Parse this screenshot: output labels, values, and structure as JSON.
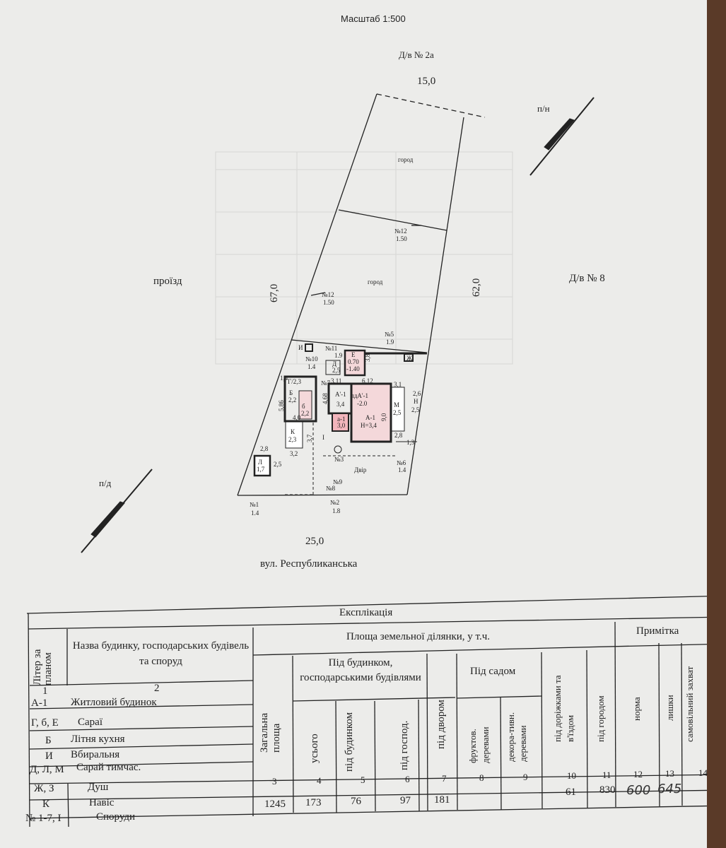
{
  "header": {
    "scale": "Масштаб 1:500",
    "neighbor_top": "Д/в № 2а",
    "top_width": "15,0"
  },
  "plan": {
    "north_label": "п/н",
    "south_label": "п/д",
    "left_label": "проїзд",
    "right_label": "Д/в № 8",
    "left_length": "67,0",
    "right_length": "62,0",
    "bottom_width": "25,0",
    "street": "вул. Республиканська",
    "garden_top": "город",
    "garden_mid": "город",
    "yard": "Двір",
    "n12a": "№12",
    "n12a_val": "1.50",
    "n12b": "№12",
    "n12b_val": "1.50",
    "n5": "№5",
    "n5_val": "1.9",
    "n11": "№11",
    "n11_val": "1.9",
    "n10": "№10",
    "n10_val": "1.4",
    "e_label": "Е",
    "e_val1": "0.70",
    "e_val2": "-1.40",
    "g_label": "Г/2,3",
    "b_label": "Б",
    "b_val": "2,2",
    "b_small": "б",
    "b_small_val": "2,2",
    "b_width": "4,0",
    "a1_label": "А-1",
    "a1_height": "Н=3,4",
    "a1_left_label": "А'-1",
    "a1_left_val": "3,4",
    "pd_label": "пдА'-1",
    "pd_val": "-2.0",
    "a_small": "а-1",
    "a_small_val": "3,0",
    "m_label": "М",
    "m_val": "2,5",
    "n_label": "Н",
    "n_val": "2,5",
    "k_label": "К",
    "k_val": "2,3",
    "k_w": "3,2",
    "l_label": "Л",
    "l_val": "1,7",
    "l_w": "2,8",
    "l_h": "2,5",
    "d_label": "Д",
    "d_val": "2,5",
    "zh_label": "Ж",
    "i_label": "И",
    "dim_611": "6,12",
    "dim_311": "3,11",
    "dim_586": "5,86",
    "dim_31": "3,1",
    "dim_26": "2,6",
    "dim_90": "9,0",
    "dim_28": "2,8",
    "dim_13": "1,3",
    "dim_37": "3,7",
    "dim_468": "4,68",
    "dim_38": "3,8",
    "dim_14": "1,4",
    "roman": "I",
    "n1": "№1",
    "n1_val": "1.4",
    "n2": "№2",
    "n2_val": "1.8",
    "n3": "№3",
    "n6": "№6",
    "n6_val": "1.4",
    "n7": "№7",
    "n8": "№8",
    "n9": "№9"
  },
  "table": {
    "title": "Експлікація",
    "col_litera": "Літер за планом",
    "col_name": "Назва будинку, господарських будівель та споруд",
    "col_area_group": "Площа земельної ділянки, у т.ч.",
    "col_note": "Примітка",
    "col_total": "Загальна площа",
    "col_buildings_group": "Під будинком, господарськими будівлями",
    "col_all": "усього",
    "col_house": "під будинком",
    "col_outbuild": "під господ.",
    "col_yard": "під двором",
    "col_garden_group": "Під садом",
    "col_fruit": "фруктов. деревами",
    "col_decor": "декора-тивн. деревами",
    "col_roads": "під доріжками та в'їздом",
    "col_vegetable": "під городом",
    "col_norm": "норма",
    "col_excess": "лишки",
    "col_seized": "самовільний захват",
    "rows": [
      {
        "lit": "А-1",
        "name": "Житловий будинок"
      },
      {
        "lit": "Г, б, Е",
        "name": "Сараї"
      },
      {
        "lit": "Б",
        "name": "Літня кухня"
      },
      {
        "lit": "И",
        "name": "Вбиральня"
      },
      {
        "lit": "Д, Л, М",
        "name": "Сарай тимчас."
      },
      {
        "lit": "Ж, З",
        "name": "Душ"
      },
      {
        "lit": "К",
        "name": "Навіс"
      },
      {
        "lit": "№ 1-7, І",
        "name": "Споруди"
      }
    ],
    "colnums": [
      "1",
      "2",
      "3",
      "4",
      "5",
      "6",
      "7",
      "8",
      "9",
      "10",
      "11",
      "12",
      "13",
      "14"
    ],
    "values": {
      "total": "1245",
      "all": "173",
      "house": "76",
      "outbuild": "97",
      "yard": "181",
      "roads": "61",
      "vegetable": "830",
      "norm": "600",
      "excess": "645"
    }
  }
}
